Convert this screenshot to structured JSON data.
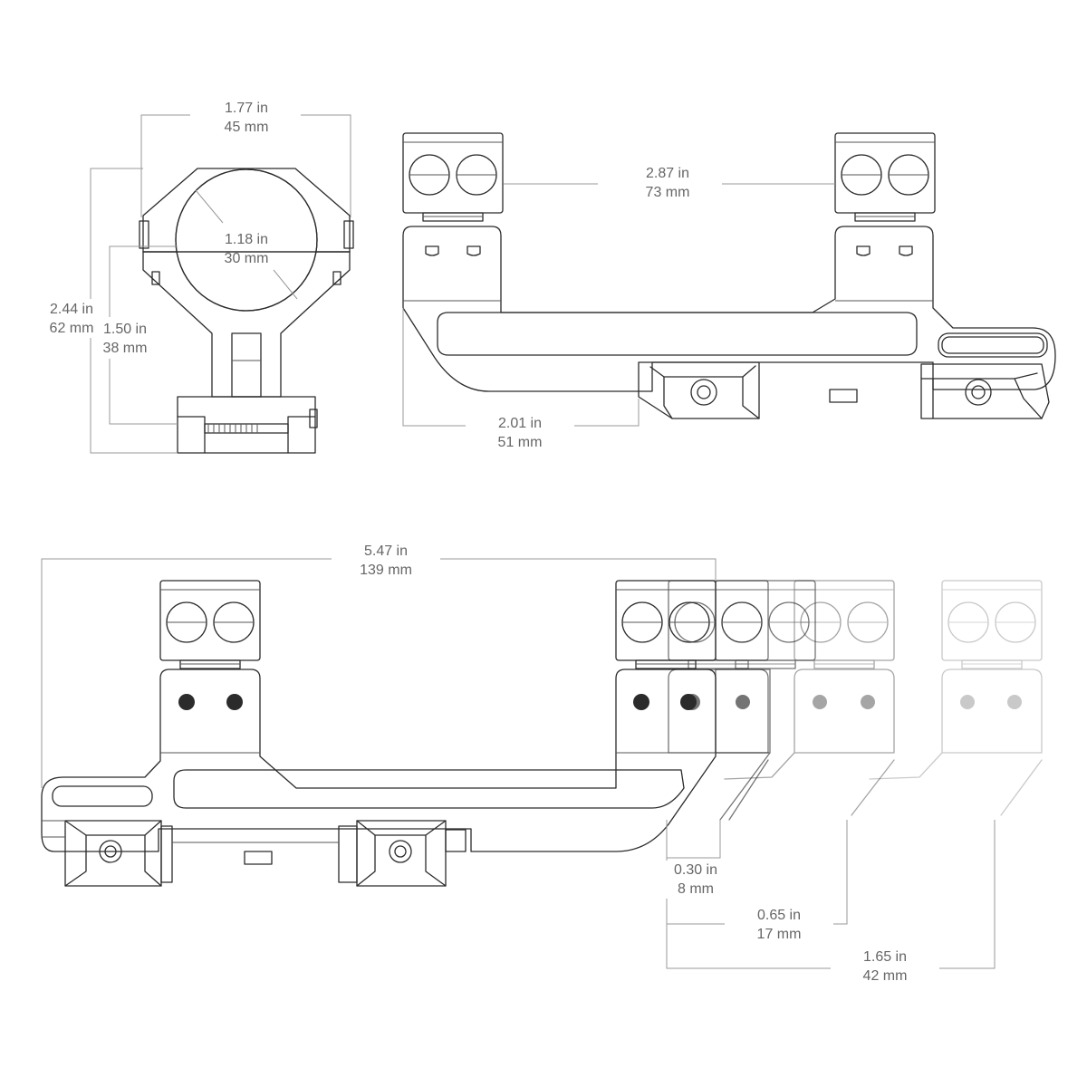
{
  "dimensions": {
    "ring_width": {
      "imperial": "1.77 in",
      "metric": "45 mm"
    },
    "ring_diameter": {
      "imperial": "1.18 in",
      "metric": "30 mm"
    },
    "overall_height": {
      "imperial": "2.44 in",
      "metric": "62 mm"
    },
    "center_height": {
      "imperial": "1.50 in",
      "metric": "38 mm"
    },
    "ring_spacing": {
      "imperial": "2.87 in",
      "metric": "73 mm"
    },
    "forward_offset": {
      "imperial": "2.01 in",
      "metric": "51 mm"
    },
    "overall_length": {
      "imperial": "5.47 in",
      "metric": "139 mm"
    },
    "adjust_short": {
      "imperial": "0.30 in",
      "metric": "8 mm"
    },
    "adjust_mid": {
      "imperial": "0.65 in",
      "metric": "17 mm"
    },
    "adjust_long": {
      "imperial": "1.65 in",
      "metric": "42 mm"
    }
  }
}
